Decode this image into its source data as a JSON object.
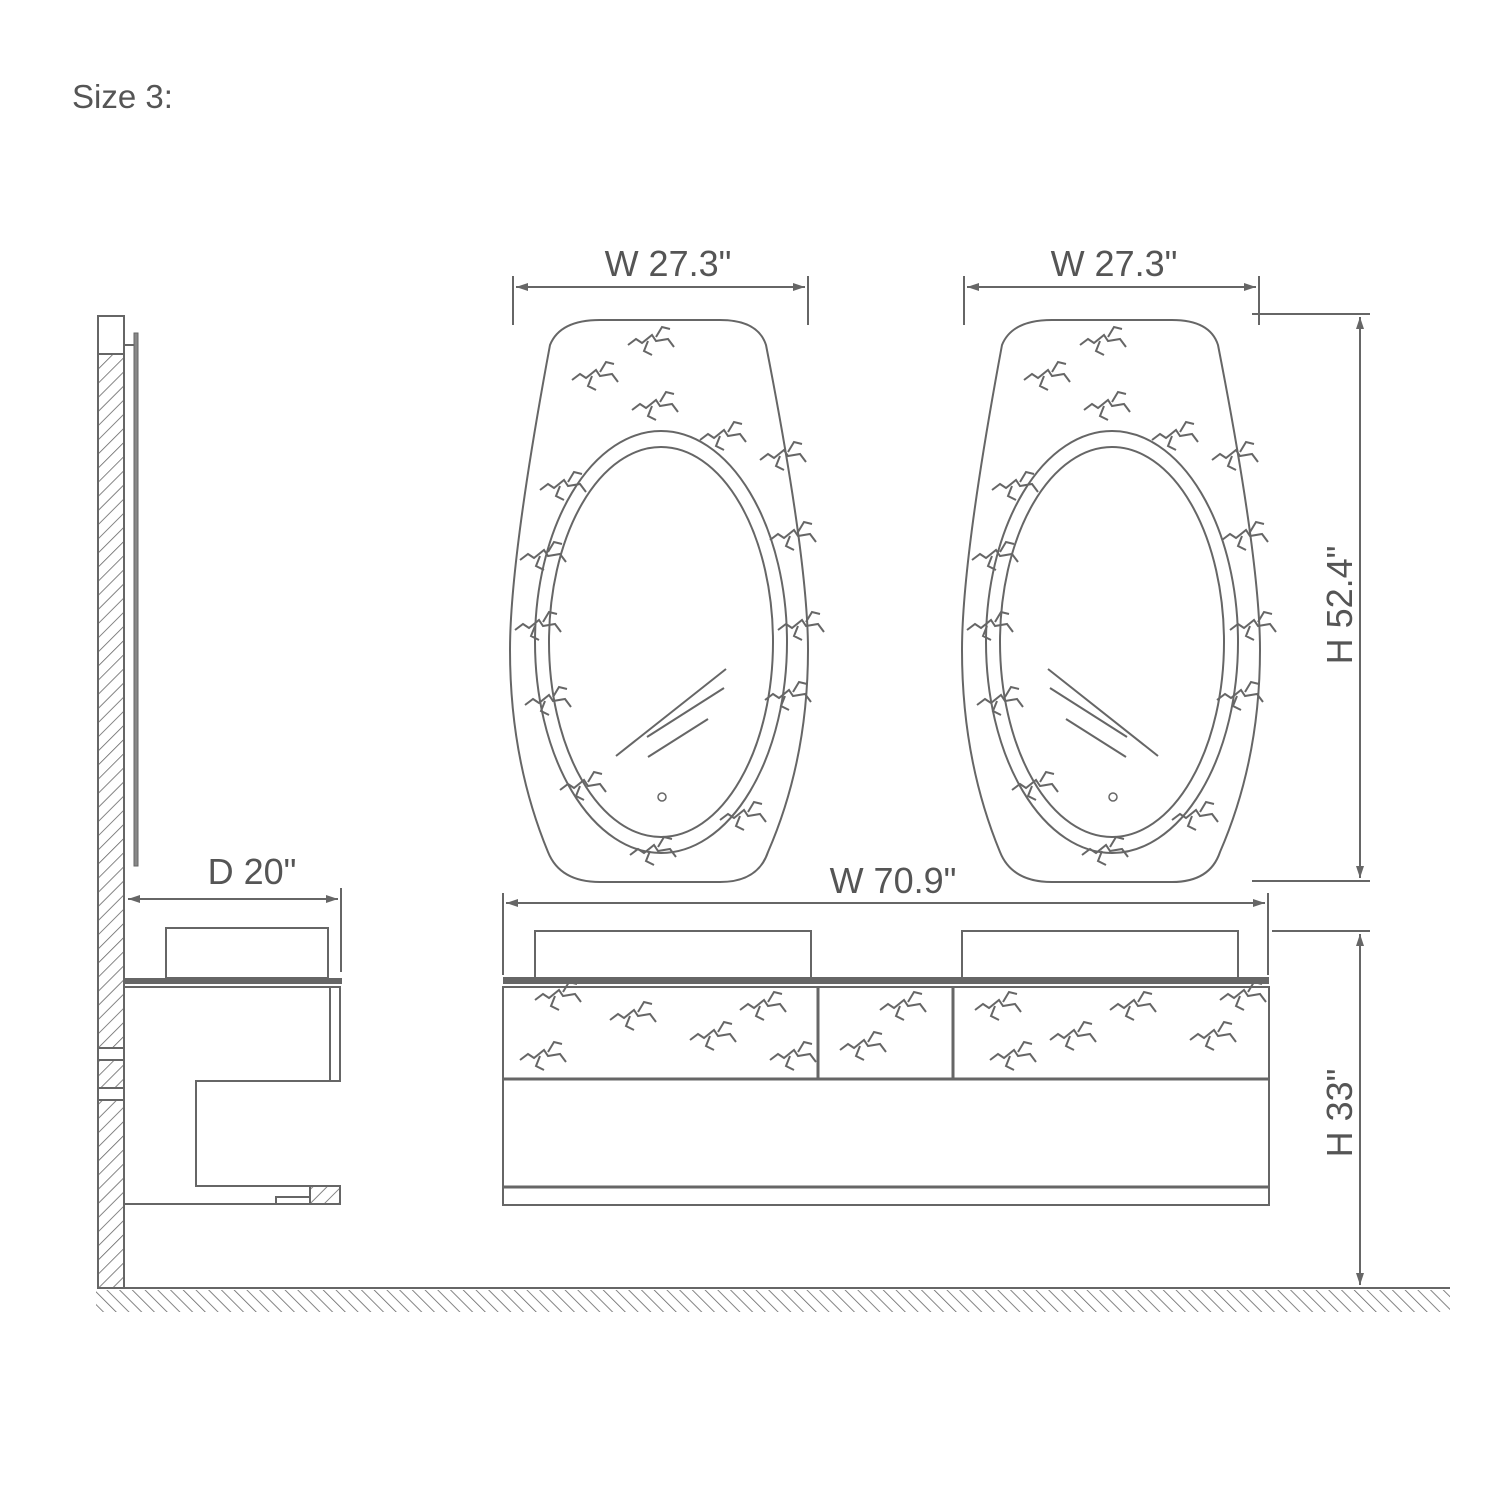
{
  "title": "Size 3:",
  "colors": {
    "line": "#666666",
    "text": "#555555",
    "background": "#ffffff"
  },
  "dimensions": {
    "mirror_left_width": "W 27.3\"",
    "mirror_right_width": "W 27.3\"",
    "mirror_height": "H 52.4\"",
    "vanity_width": "W 70.9\"",
    "vanity_depth": "D 20\"",
    "vanity_height": "H 33\""
  },
  "views": {
    "side": "side view: wall, mirror profile, vanity depth",
    "front": "front view: two oval LED mirrors with marble frame, floating double vanity with two vessel sinks and marble drawer fronts"
  }
}
